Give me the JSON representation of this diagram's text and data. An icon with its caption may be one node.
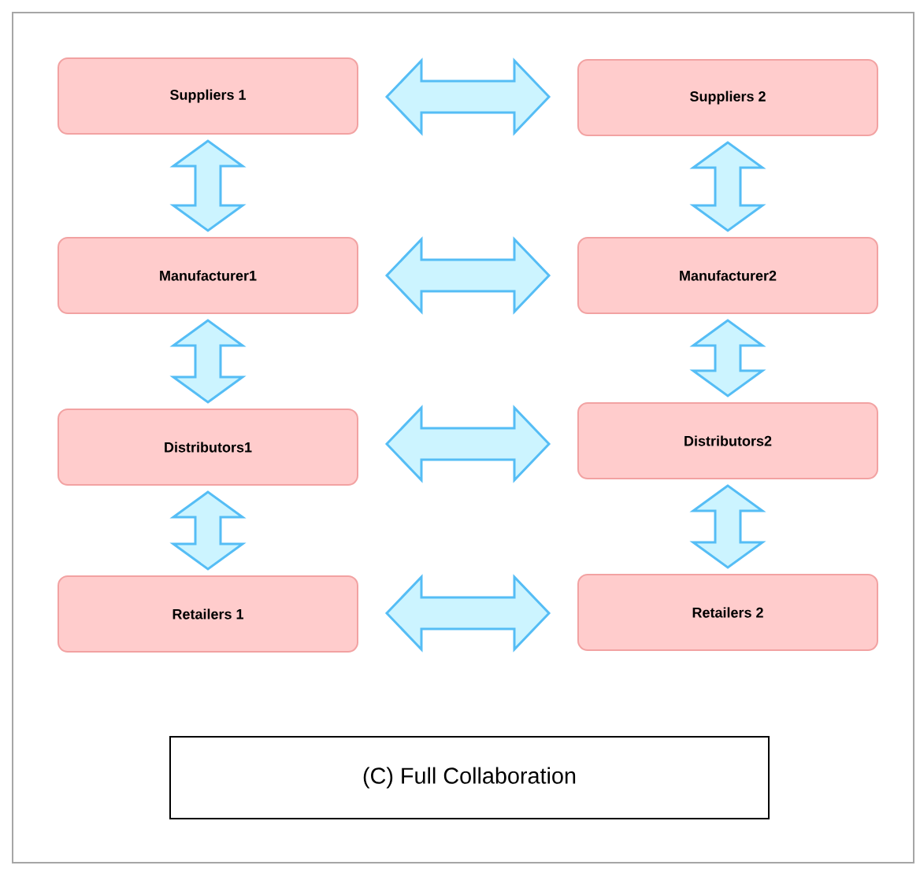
{
  "diagram": {
    "caption": "(C) Full Collaboration",
    "nodes": [
      {
        "text": [
          "Suppliers 1"
        ]
      },
      {
        "text": [
          "Suppliers 2"
        ]
      },
      {
        "text": [
          "Manufacturer1"
        ]
      },
      {
        "text": [
          "Manufacturer2"
        ]
      },
      {
        "text": [
          "Distributors1"
        ]
      },
      {
        "text": [
          "Distributors2"
        ]
      },
      {
        "text": [
          "Retailers 1"
        ]
      },
      {
        "text": [
          "Retailers 2"
        ]
      }
    ],
    "edges": [
      {
        "from": 0,
        "to": 1,
        "arrow": "both"
      },
      {
        "from": 0,
        "to": 2,
        "arrow": "both"
      },
      {
        "from": 1,
        "to": 3,
        "arrow": "both"
      },
      {
        "from": 2,
        "to": 3,
        "arrow": "both"
      },
      {
        "from": 2,
        "to": 4,
        "arrow": "both"
      },
      {
        "from": 3,
        "to": 5,
        "arrow": "both"
      },
      {
        "from": 4,
        "to": 5,
        "arrow": "both"
      },
      {
        "from": 4,
        "to": 6,
        "arrow": "both"
      },
      {
        "from": 5,
        "to": 7,
        "arrow": "both"
      },
      {
        "from": 6,
        "to": 7,
        "arrow": "both"
      }
    ]
  }
}
